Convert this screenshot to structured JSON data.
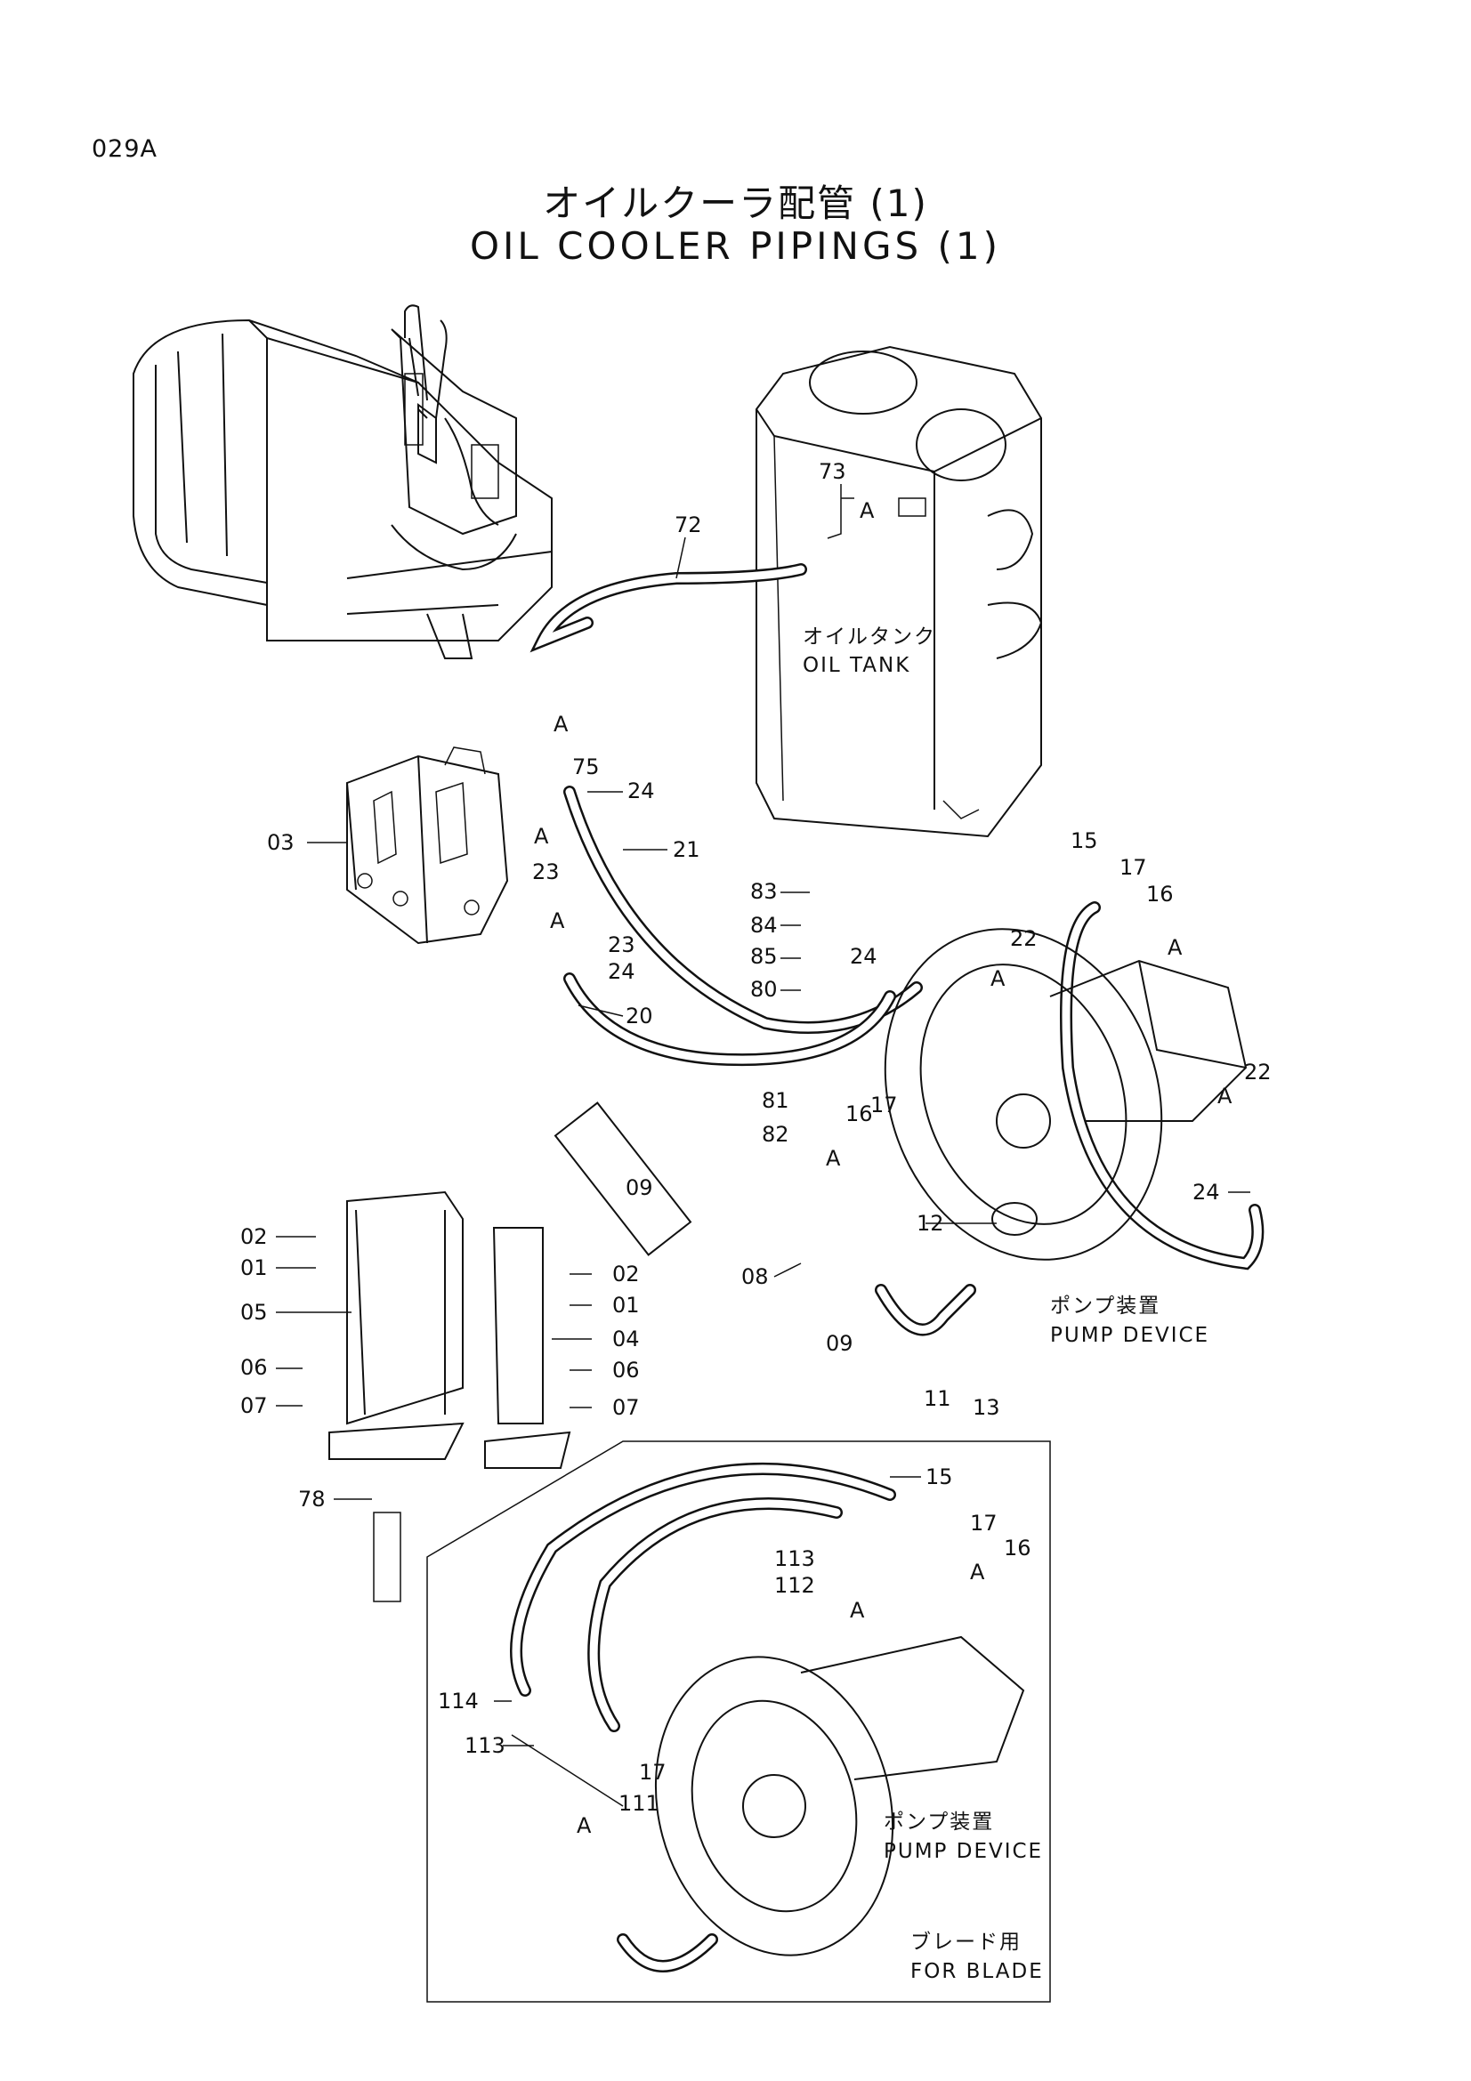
{
  "page_code": "029A",
  "title_jp": "オイルクーラ配管 (1)",
  "title_en": "OIL COOLER PIPINGS (1)",
  "captions": {
    "oil_tank_jp": "オイルタンク",
    "oil_tank_en": "OIL TANK",
    "pump_device_jp": "ポンプ装置",
    "pump_device_en": "PUMP DEVICE",
    "pump_device2_jp": "ポンプ装置",
    "pump_device2_en": "PUMP DEVICE",
    "for_blade_jp": "ブレード用",
    "for_blade_en": "FOR BLADE"
  },
  "part_labels": [
    "72",
    "73",
    "A",
    "A",
    "75",
    "03",
    "24",
    "21",
    "23",
    "A",
    "A",
    "23",
    "24",
    "20",
    "83",
    "84",
    "85",
    "80",
    "24",
    "22",
    "A",
    "15",
    "17",
    "16",
    "A",
    "22",
    "A",
    "81",
    "82",
    "16",
    "17",
    "A",
    "09",
    "12",
    "24",
    "08",
    "09",
    "11",
    "13",
    "02",
    "01",
    "05",
    "06",
    "07",
    "02",
    "01",
    "04",
    "06",
    "07",
    "78",
    "15",
    "17",
    "113",
    "16",
    "A",
    "112",
    "A",
    "114",
    "113",
    "17",
    "111",
    "A"
  ]
}
